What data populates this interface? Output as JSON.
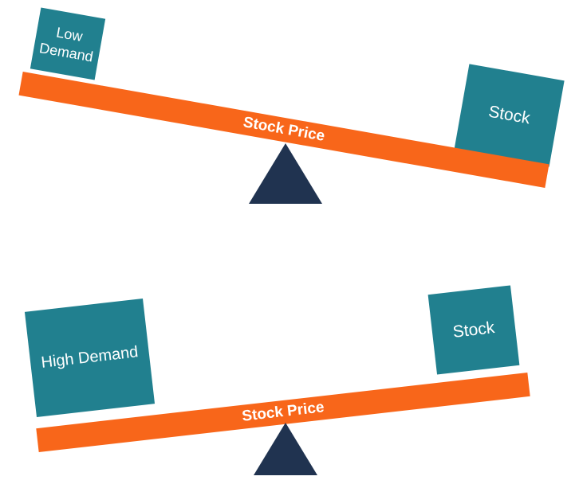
{
  "colors": {
    "weight_box": "#21808F",
    "beam": "#F8661A",
    "fulcrum": "#203350",
    "label_text": "#FFFFFF"
  },
  "seesaws": [
    {
      "id": "low-demand-scenario",
      "tilt_deg": 10,
      "left_weight_label": "Low Demand",
      "right_weight_label": "Stock",
      "beam_label": "Stock Price"
    },
    {
      "id": "high-demand-scenario",
      "tilt_deg": -6.5,
      "left_weight_label": "High Demand",
      "right_weight_label": "Stock",
      "beam_label": "Stock Price"
    }
  ]
}
